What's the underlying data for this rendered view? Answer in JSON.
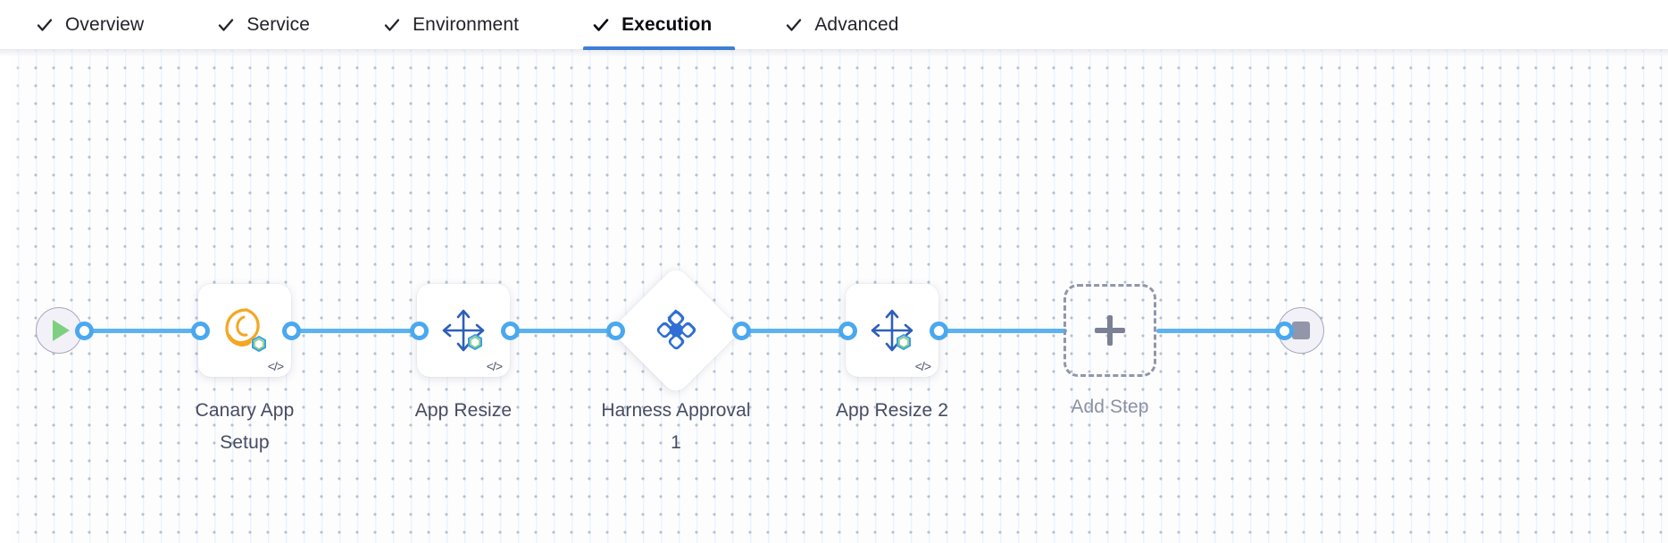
{
  "tabs": [
    {
      "label": "Overview",
      "icon": "check-icon",
      "active": false
    },
    {
      "label": "Service",
      "icon": "check-icon",
      "active": false
    },
    {
      "label": "Environment",
      "icon": "check-icon",
      "active": false
    },
    {
      "label": "Execution",
      "icon": "check-icon",
      "active": true
    },
    {
      "label": "Advanced",
      "icon": "check-icon",
      "active": false
    }
  ],
  "colors": {
    "accent_blue": "#3e7ed7",
    "connector_blue": "#5cb3ef",
    "port_blue": "#4aa8ef",
    "harness_logo_blue": "#2f6ed4",
    "resize_arrow_blue": "#2f5fb8",
    "canary_orange": "#f5a623",
    "start_green": "#7ed081",
    "stop_gray": "#9296a8",
    "terminal_fill": "#f3f1f8",
    "terminal_border": "#a9a6bd",
    "label_text": "#474c62",
    "muted_text": "#8b90a4",
    "dashed_border": "#9196ab",
    "canvas_bg": "#fdfdfe",
    "grid_dot": "#b9bfcc",
    "grid_line": "#eaf4fd"
  },
  "pipeline": {
    "start_node": {
      "name": "start-node",
      "icon": "play-icon"
    },
    "end_node": {
      "name": "end-node",
      "icon": "stop-icon"
    },
    "steps": [
      {
        "label": "Canary App Setup",
        "icon": "canary-bird-icon",
        "badge": "hexagon-badge-icon",
        "code_icon": "code-brackets-icon",
        "shape": "rounded-square"
      },
      {
        "label": "App Resize",
        "icon": "resize-arrows-icon",
        "badge": "hexagon-badge-icon",
        "code_icon": "code-brackets-icon",
        "shape": "rounded-square"
      },
      {
        "label": "Harness Approval 1",
        "icon": "harness-logo-icon",
        "badge": null,
        "code_icon": null,
        "shape": "diamond"
      },
      {
        "label": "App Resize 2",
        "icon": "resize-arrows-icon",
        "badge": "hexagon-badge-icon",
        "code_icon": "code-brackets-icon",
        "shape": "rounded-square"
      }
    ],
    "add_step": {
      "label": "Add Step",
      "icon": "plus-icon"
    }
  }
}
